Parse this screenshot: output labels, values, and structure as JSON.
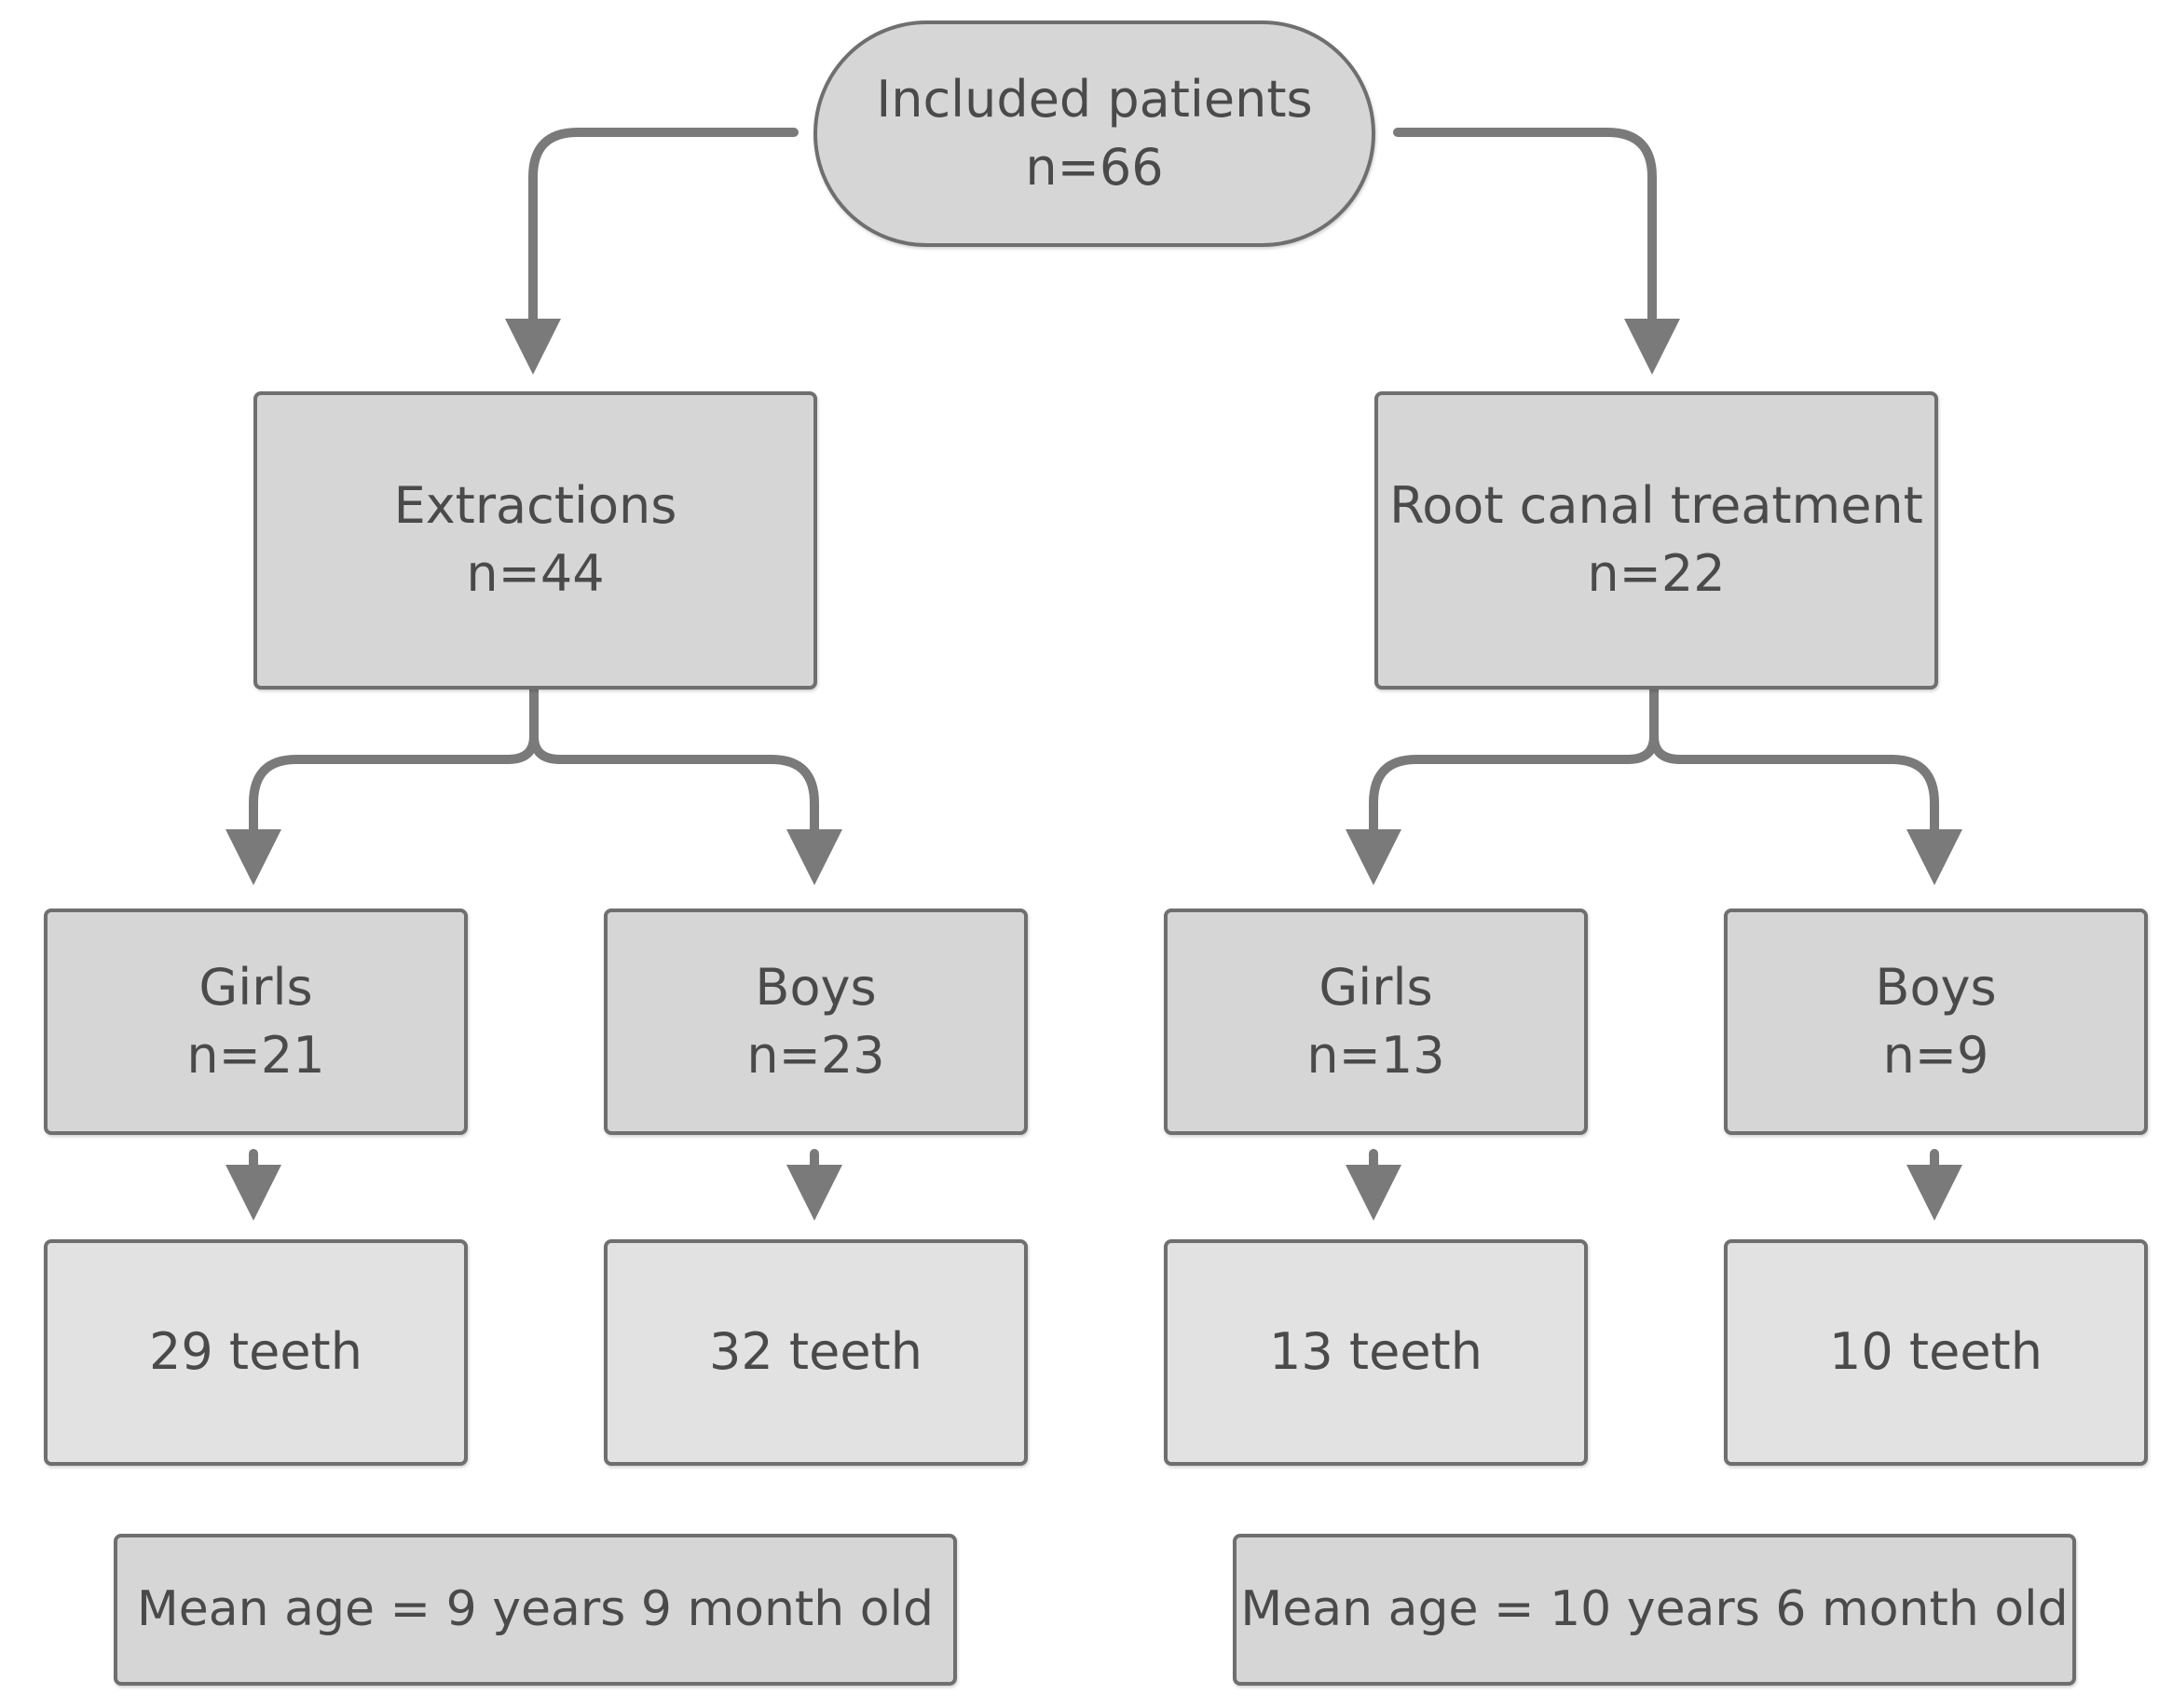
{
  "start": {
    "title": "Included patients",
    "count": "n=66"
  },
  "branches": [
    {
      "title": "Extractions",
      "count": "n=44",
      "groups": [
        {
          "label": "Girls",
          "count": "n=21",
          "teeth": "29 teeth"
        },
        {
          "label": "Boys",
          "count": "n=23",
          "teeth": "32 teeth"
        }
      ],
      "mean_age": "Mean age = 9 years 9 month old"
    },
    {
      "title": "Root canal treatment",
      "count": "n=22",
      "groups": [
        {
          "label": "Girls",
          "count": "n=13",
          "teeth": "13 teeth"
        },
        {
          "label": "Boys",
          "count": "n=9",
          "teeth": "10 teeth"
        }
      ],
      "mean_age": "Mean age = 10 years 6 month old"
    }
  ],
  "colors": {
    "box_fill": "#d6d6d6",
    "teeth_box_fill": "#e2e2e2",
    "stroke": "#6f6f6f",
    "text": "#4a4a4a"
  }
}
